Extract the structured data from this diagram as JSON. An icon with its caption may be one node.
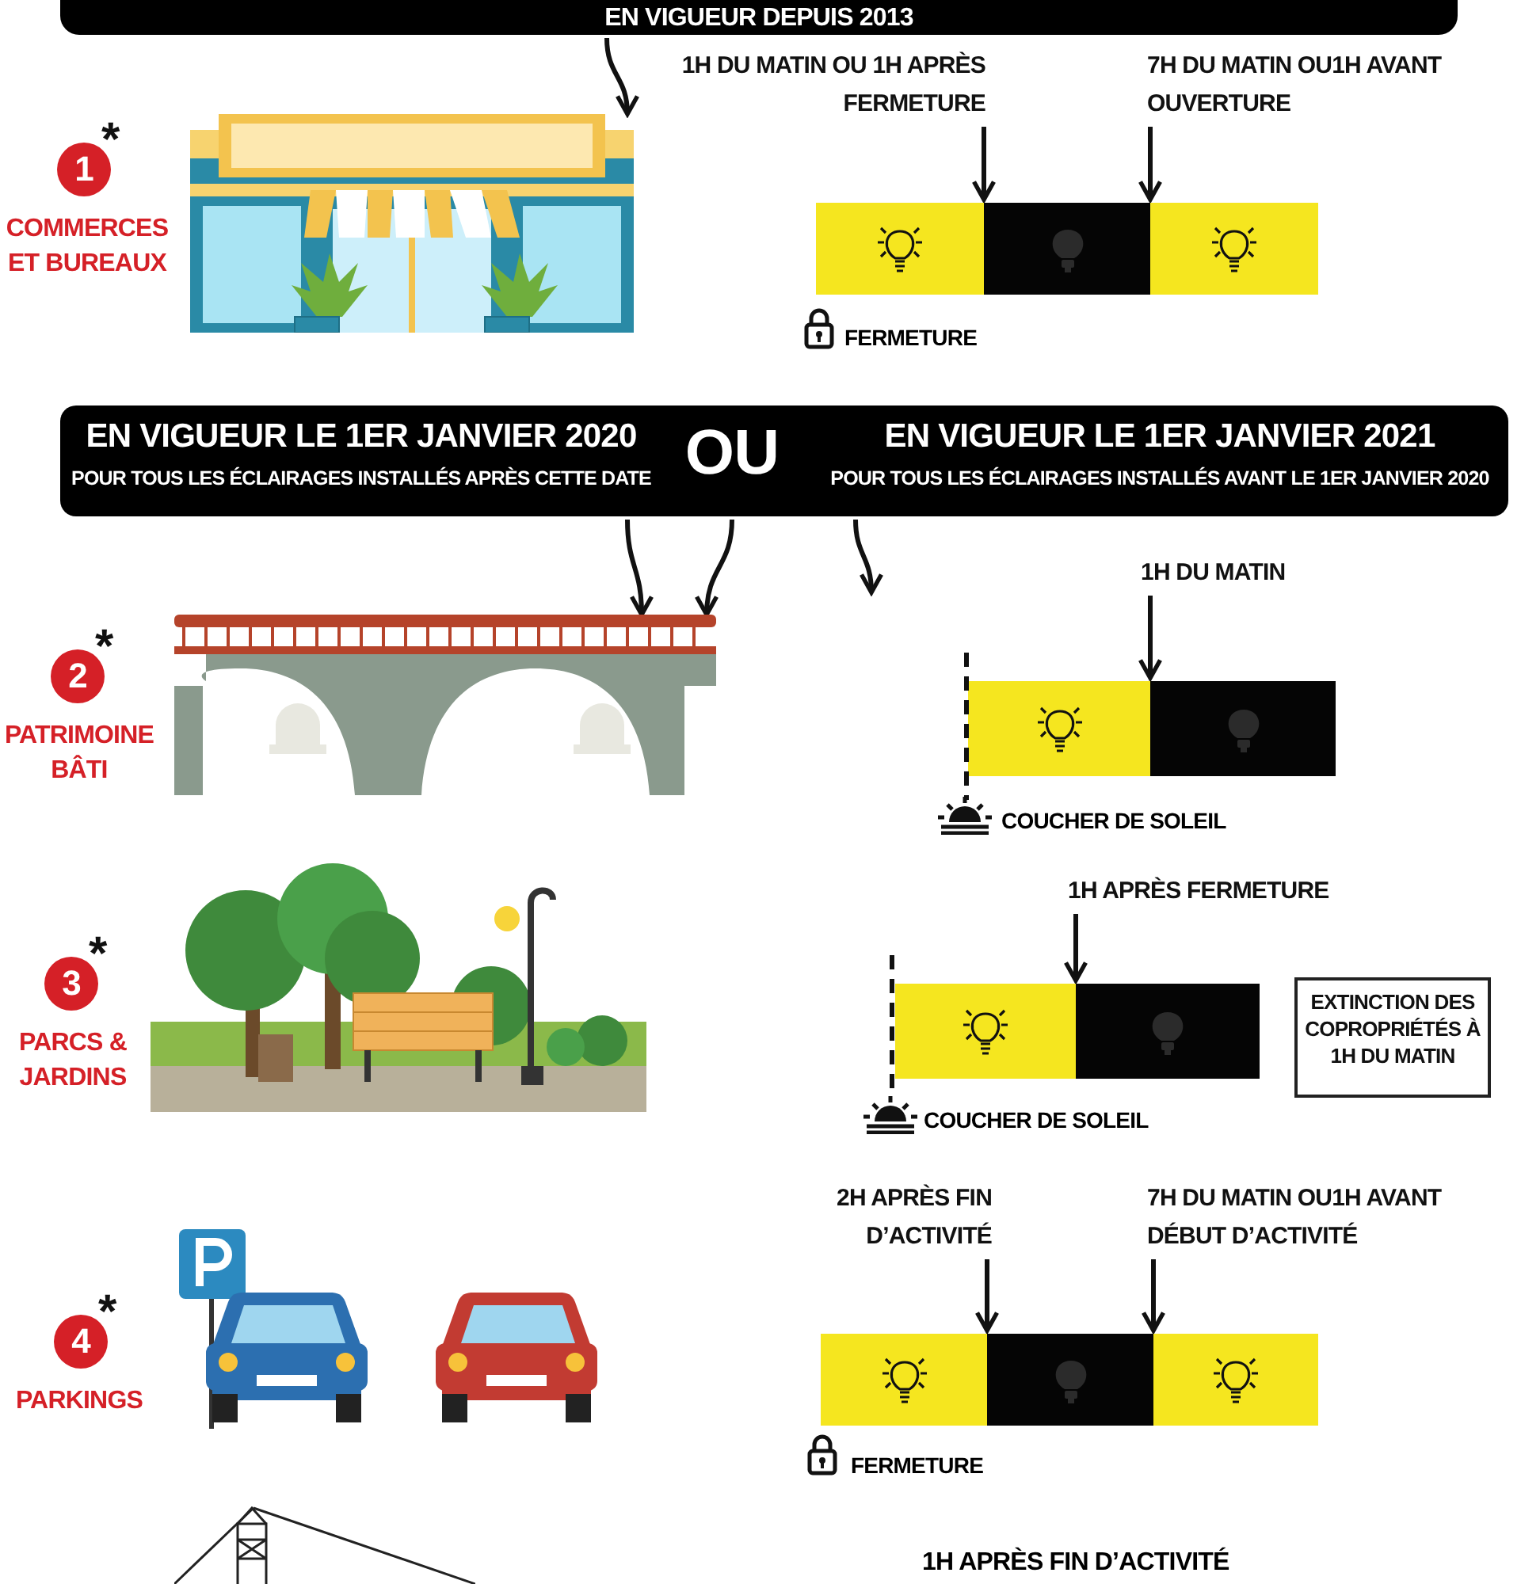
{
  "diagram": {
    "nodes": [
      {
        "text": [
          "EN VIGUEUR DEPUIS 2013"
        ]
      },
      {
        "text": [
          "1",
          "*",
          "COMMERCES ET BUREAUX"
        ]
      },
      {
        "text": [],
        "shape": "picture"
      },
      {
        "text": [
          "1H DU MATIN OU 1H APRÈS FERMETURE"
        ]
      },
      {
        "text": [
          "7H DU MATIN OU1H AVANT OUVERTURE"
        ]
      },
      {
        "text": [],
        "shape": "bar"
      },
      {
        "text": [],
        "shape": "bar"
      },
      {
        "text": [],
        "shape": "bar"
      },
      {
        "text": [
          "EN VIGUEUR LE 1ER JANVIER 2020",
          "POUR TOUS LES ÉCLAIRAGES INSTALLÉS APRÈS CETTE DATE",
          "OU",
          "EN VIGUEUR LE 1ER JANVIER 2021",
          "POUR TOUS LES ÉCLAIRAGES INSTALLÉS AVANT LE 1ER JANVIER 2020"
        ]
      },
      {
        "text": [
          "2",
          "*",
          "PATRIMOINE BÂTI"
        ]
      },
      {
        "text": [],
        "shape": "picture"
      },
      {
        "text": [
          "1H DU MATIN"
        ]
      },
      {
        "text": [],
        "shape": "bar"
      },
      {
        "text": [],
        "shape": "bar"
      },
      {
        "text": [
          "3",
          "*",
          "PARCS & JARDINS"
        ]
      },
      {
        "text": [],
        "shape": "picture"
      },
      {
        "text": [
          "1H APRÈS FERMETURE"
        ]
      },
      {
        "text": [],
        "shape": "bar"
      },
      {
        "text": [],
        "shape": "bar"
      },
      {
        "text": [
          "EXTINCTION DES COPROPRIÉTÉS À 1H DU MATIN"
        ]
      },
      {
        "text": [
          "4",
          "*",
          "PARKINGS"
        ]
      },
      {
        "text": [],
        "shape": "picture"
      },
      {
        "text": [
          "2H APRÈS FIN D’ACTIVITÉ"
        ]
      },
      {
        "text": [
          "7H DU MATIN OU1H AVANT DÉBUT D’ACTIVITÉ"
        ]
      },
      {
        "text": [],
        "shape": "bar"
      },
      {
        "text": [],
        "shape": "bar"
      },
      {
        "text": [],
        "shape": "bar"
      },
      {
        "text": [],
        "shape": "picture"
      }
    ],
    "edges": [
      {
        "from": 0,
        "to": 2,
        "arrow": "to"
      },
      {
        "from": 3,
        "to": 6,
        "arrow": "to"
      },
      {
        "from": 4,
        "to": 7,
        "arrow": "to"
      },
      {
        "from": 8,
        "to": 10,
        "arrow": "to"
      },
      {
        "from": 8,
        "to": 10,
        "arrow": "to"
      },
      {
        "from": 8,
        "to": null,
        "arrow": "to"
      },
      {
        "from": 11,
        "to": 13,
        "arrow": "to"
      },
      {
        "from": 16,
        "to": 18,
        "arrow": "to"
      },
      {
        "from": 22,
        "to": 25,
        "arrow": "to"
      },
      {
        "from": 23,
        "to": 26,
        "arrow": "to"
      }
    ],
    "labels": [
      "FERMETURE",
      "COUCHER DE SOLEIL",
      "COUCHER DE SOLEIL",
      "FERMETURE",
      "1H APRÈS FIN D’ACTIVITÉ"
    ]
  }
}
